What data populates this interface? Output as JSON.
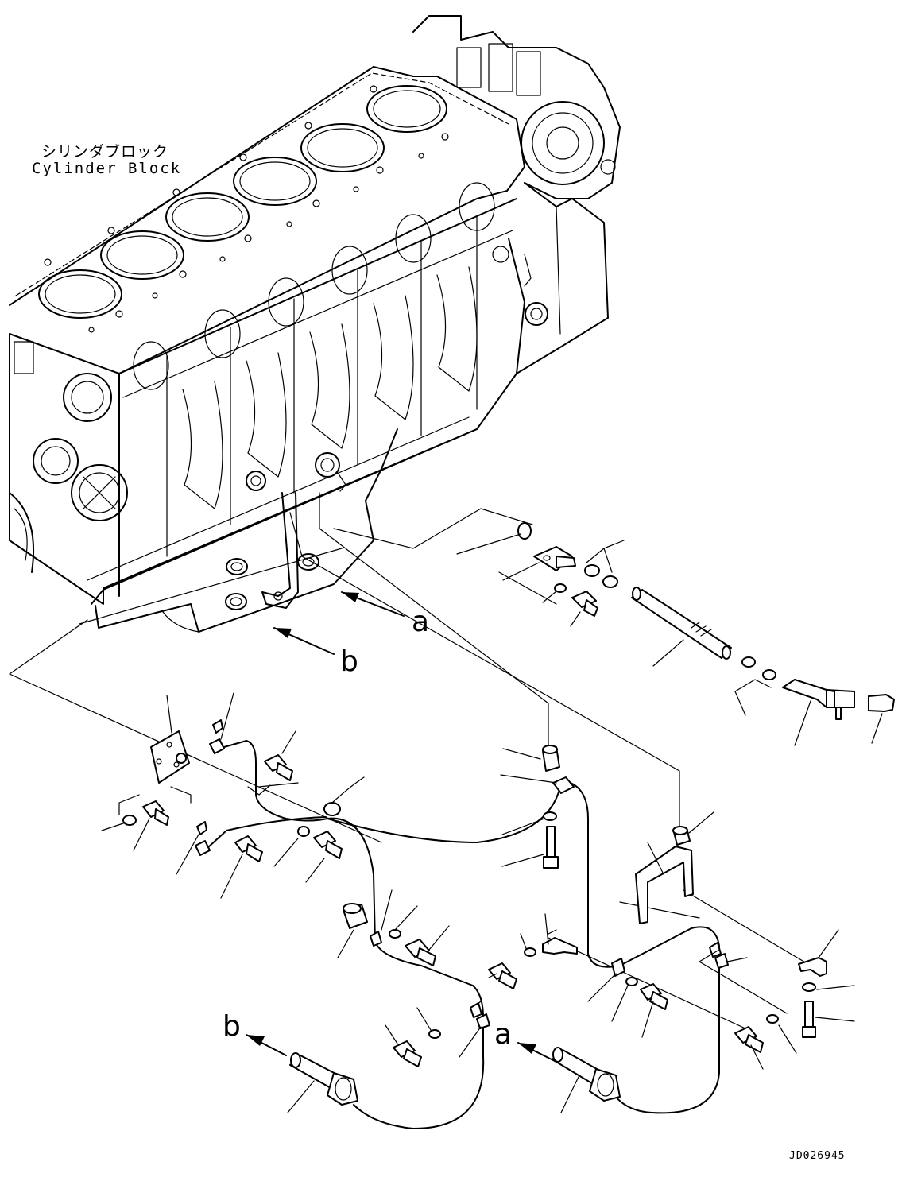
{
  "labels": {
    "cylinder_block_jp": "シリンダブロック",
    "cylinder_block_en": "Cylinder Block",
    "view_a_upper": "a",
    "view_b_upper": "b",
    "view_b_lower": "b",
    "view_a_lower": "a",
    "drawing_id": "JD026945"
  },
  "colors": {
    "line": "#000000",
    "background": "#ffffff"
  }
}
